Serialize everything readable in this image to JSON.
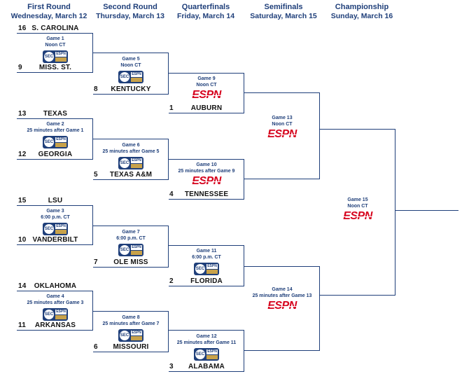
{
  "rounds": [
    {
      "name": "First Round",
      "date": "Wednesday, March 12"
    },
    {
      "name": "Second Round",
      "date": "Thursday, March 13"
    },
    {
      "name": "Quarterfinals",
      "date": "Friday, March 14"
    },
    {
      "name": "Semifinals",
      "date": "Saturday, March 15"
    },
    {
      "name": "Championship",
      "date": "Sunday, March 16"
    }
  ],
  "teams": {
    "south_carolina": {
      "seed": "16",
      "name": "S. CAROLINA"
    },
    "miss_st": {
      "seed": "9",
      "name": "MISS. ST."
    },
    "kentucky": {
      "seed": "8",
      "name": "KENTUCKY"
    },
    "auburn": {
      "seed": "1",
      "name": "AUBURN"
    },
    "texas": {
      "seed": "13",
      "name": "TEXAS"
    },
    "georgia": {
      "seed": "12",
      "name": "GEORGIA"
    },
    "texas_am": {
      "seed": "5",
      "name": "TEXAS A&M"
    },
    "tennessee": {
      "seed": "4",
      "name": "TENNESSEE"
    },
    "lsu": {
      "seed": "15",
      "name": "LSU"
    },
    "vanderbilt": {
      "seed": "10",
      "name": "VANDERBILT"
    },
    "ole_miss": {
      "seed": "7",
      "name": "OLE MISS"
    },
    "florida": {
      "seed": "2",
      "name": "FLORIDA"
    },
    "oklahoma": {
      "seed": "14",
      "name": "OKLAHOMA"
    },
    "arkansas": {
      "seed": "11",
      "name": "ARKANSAS"
    },
    "missouri": {
      "seed": "6",
      "name": "MISSOURI"
    },
    "alabama": {
      "seed": "3",
      "name": "ALABAMA"
    }
  },
  "games": {
    "g1": {
      "label": "Game 1",
      "time": "Noon CT",
      "network": "sec-network-logo"
    },
    "g2": {
      "label": "Game 2",
      "time": "25 minutes after Game 1",
      "network": "sec-network-logo"
    },
    "g3": {
      "label": "Game 3",
      "time": "6:00 p.m. CT",
      "network": "sec-network-logo"
    },
    "g4": {
      "label": "Game 4",
      "time": "25 minutes after Game 3",
      "network": "sec-network-logo"
    },
    "g5": {
      "label": "Game 5",
      "time": "Noon CT",
      "network": "sec-network-logo"
    },
    "g6": {
      "label": "Game 6",
      "time": "25 minutes after Game 5",
      "network": "sec-network-logo"
    },
    "g7": {
      "label": "Game 7",
      "time": "6:00 p.m. CT",
      "network": "sec-network-logo"
    },
    "g8": {
      "label": "Game 8",
      "time": "25 minutes after Game 7",
      "network": "sec-network-logo"
    },
    "g9": {
      "label": "Game 9",
      "time": "Noon CT",
      "network": "ESPN"
    },
    "g10": {
      "label": "Game 10",
      "time": "25 minutes after Game 9",
      "network": "ESPN"
    },
    "g11": {
      "label": "Game 11",
      "time": "6:00 p.m. CT",
      "network": "sec-network-logo"
    },
    "g12": {
      "label": "Game 12",
      "time": "25 minutes after Game 11",
      "network": "sec-network-logo"
    },
    "g13": {
      "label": "Game 13",
      "time": "Noon CT",
      "network": "ESPN"
    },
    "g14": {
      "label": "Game 14",
      "time": "25 minutes after Game 13",
      "network": "ESPN"
    },
    "g15": {
      "label": "Game 15",
      "time": "Noon CT",
      "network": "ESPN"
    }
  },
  "colors": {
    "line": "#1f3f7a",
    "espn": "#d6001c",
    "text": "#111111"
  }
}
